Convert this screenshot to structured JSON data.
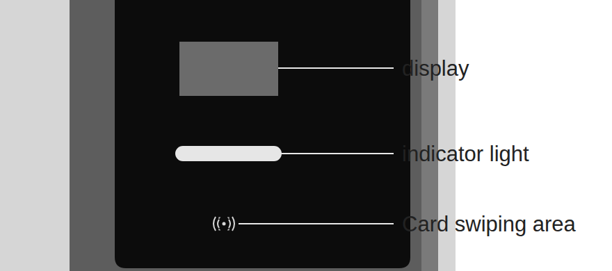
{
  "diagram": {
    "labels": [
      "display",
      "indicator light",
      "Card swiping area"
    ]
  }
}
